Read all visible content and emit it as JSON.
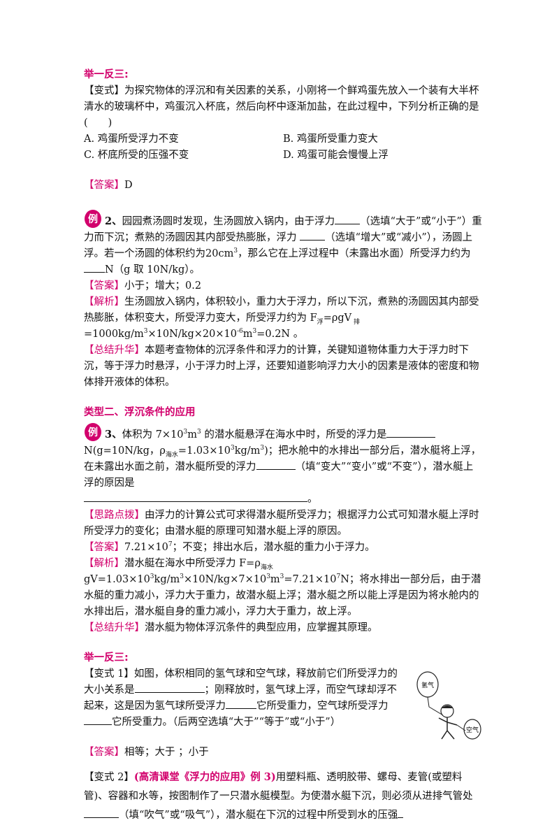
{
  "s1": {
    "heading": "举一反三:",
    "q_tag": "【变式】",
    "q_text": "为探究物体的浮沉和有关因素的关系，小刚将一个鲜鸡蛋先放入一个装有大半杯清水的玻璃杯中，鸡蛋沉入杯底，然后向杯中逐渐加盐，在此过程中，下列分析正确的是(　　)",
    "opt_a": "A.  鸡蛋所受浮力不变",
    "opt_b": "B.  鸡蛋所受重力变大",
    "opt_c": "C.  杯底所受的压强不变",
    "opt_d": "D.  鸡蛋可能会慢慢上浮",
    "ans_tag": "【答案】",
    "ans": "D"
  },
  "ex2": {
    "badge": "例",
    "num": "2、",
    "q1": "园园煮汤圆时发现，生汤圆放入锅内，由于浮力",
    "q2": "（选填“大于”或“小于”）重力而下沉；煮熟的汤圆因其内部受热膨胀，浮力 ",
    "q3": "（选填“增大”或“减小”），汤圆上浮。若一个汤圆的体积约为20cm",
    "q3sup": "3",
    "q4": "，那么它在上浮过程中（未露出水面）所受浮力约为",
    "q5": "N（g 取 10N/kg）。",
    "ans_tag": "【答案】",
    "ans": "小于；增大；0.2",
    "ana_tag": "【解析】",
    "ana1": "生汤圆放入锅内，体积较小，重力大于浮力，所以下沉，煮熟的汤圆因其内部受热膨胀，体积变大，所受浮力变大，所受浮力约为 F",
    "ana_sub1": "浮",
    "ana2": "=ρgV",
    "ana_sub2": " 排",
    "ana3": "=1000kg/m",
    "ana_sup3": "3",
    "ana4": "×10N/kg×20×10",
    "ana_sup4": "-6",
    "ana5": "m",
    "ana_sup5": "3",
    "ana6": "=0.2N 。",
    "sum_tag": "【总结升华】",
    "sum": "本题考查物体的沉浮条件和浮力的计算，关键知道物体重力大于浮力时下沉，等于浮力时悬浮，小于浮力时上浮，还要知道影响浮力大小的因素是液体的密度和物体排开液体的体积。"
  },
  "type2": {
    "heading": "类型二、浮沉条件的应用"
  },
  "ex3": {
    "badge": "例",
    "num": "3、",
    "q1": "体积为 7×10",
    "q1sup": "3",
    "q1b": "m",
    "q1sup2": "3",
    "q2": " 的潜水艇悬浮在海水中时，所受的浮力是",
    "q3": "N(g=10N/kg，ρ",
    "q3sub": "海水",
    "q4": "=1.03×10",
    "q4sup": "3",
    "q5": "kg/m",
    "q5sup": "3",
    "q6": ")；把水舱中的水排出一部分后，潜水艇将上浮，在未露出水面之前，潜水艇所受的浮力",
    "q7": "（填“变大”“变小”或“不变”），潜水艇上浮的原因是",
    "q8": "。",
    "hint_tag": "【思路点拨】",
    "hint": "由浮力的计算公式可求得潜水艇所受浮力；根据浮力公式可知潜水艇上浮时所受浮力的变化；由潜水艇的原理可知潜水艇上浮的原因。",
    "ans_tag": "【答案】",
    "ans1": "7.21×10",
    "ans_sup": "7",
    "ans2": "；不变；排出水后，潜水艇的重力小于浮力。",
    "ana_tag": "【解析】",
    "ana1": "潜水艇在海水中所受浮力 F=ρ",
    "ana_sub": "海水",
    "ana2": "gV=1.03×10",
    "ana_s1": "3",
    "ana3": "kg/m",
    "ana_s2": "3",
    "ana4": "×10N/kg×7×10",
    "ana_s3": "3",
    "ana5": "m",
    "ana_s4": "3",
    "ana6": "=7.21×10",
    "ana_s5": "7",
    "ana7": "N；将水排出一部分后，由于潜水艇的重力减小，浮力大于重力，故潜水艇上浮；潜水艇之所以能上浮是因为将水舱内的水排出后，潜水艇自身的重力减小，浮力大于重力，故上浮。",
    "sum_tag": "【总结升华】",
    "sum": "潜水艇为物体浮沉条件的典型应用，应掌握其原理。"
  },
  "s2": {
    "heading": "举一反三:",
    "v1_tag": "【变式 1】",
    "v1a": "如图，体积相同的氢气球和空气球，释放前它们所受浮力的大小关系是",
    "v1b": "；刚释放时，氢气球上浮，而空气球却浮不起来，这是因为氢气球所受浮力",
    "v1c": "它所受重力，空气球所受浮力",
    "v1d": "它所受重力。（后两空选填“大于”“等于”或“小于”）",
    "balloon1": "氢气",
    "balloon2": "空气",
    "ans_tag": "【答案】",
    "ans": "相等；大于 ；小于",
    "v2_tag": "【变式 2】",
    "v2_src": "(高清课堂《浮力的应用》例 3)",
    "v2a": "用塑料瓶、透明胶带、螺母、麦管(或塑料管)、容器和水等，按图制作了一只潜水艇模型。为使潜水艇下沉，则必须从进排气管处",
    "v2b": "（填“吹气”或“吸气”），潜水艇在下沉的过程中所受到水的压强"
  }
}
